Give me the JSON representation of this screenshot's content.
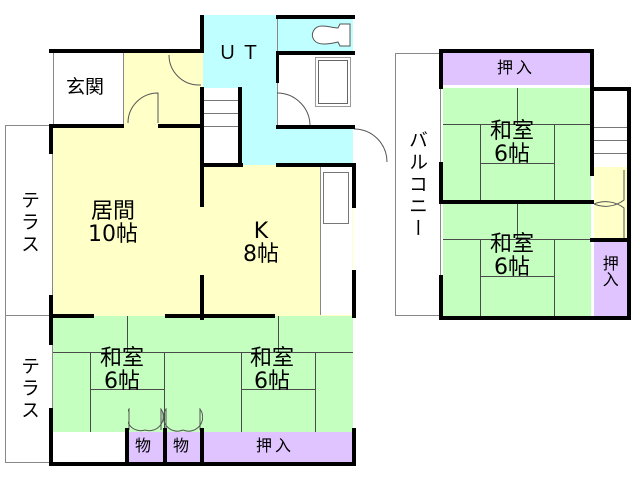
{
  "colors": {
    "wall": "#000000",
    "living": "#ffffc8",
    "utility": "#c0ffff",
    "tatami": "#c4ffc0",
    "closet": "#e0c4ff",
    "outdoor": "#ffffff"
  },
  "floor1": {
    "entrance": {
      "label": "玄関"
    },
    "ut": {
      "label": "ＵＴ"
    },
    "living": {
      "label": "居間\n10帖"
    },
    "kitchen": {
      "label": "K\n8帖"
    },
    "washitsu_left": {
      "label": "和室\n6帖"
    },
    "washitsu_right": {
      "label": "和室\n6帖"
    },
    "terrace_top": {
      "label": "テラス"
    },
    "terrace_bottom": {
      "label": "テラス"
    },
    "storage_1": {
      "label": "物"
    },
    "storage_2": {
      "label": "物"
    },
    "oshiire": {
      "label": "押入"
    }
  },
  "floor2": {
    "oshiire_top": {
      "label": "押入"
    },
    "washitsu_top": {
      "label": "和室\n6帖"
    },
    "washitsu_bottom": {
      "label": "和室\n6帖"
    },
    "balcony": {
      "label": "バルコニー"
    },
    "oshiire_side": {
      "label": "押入"
    }
  }
}
